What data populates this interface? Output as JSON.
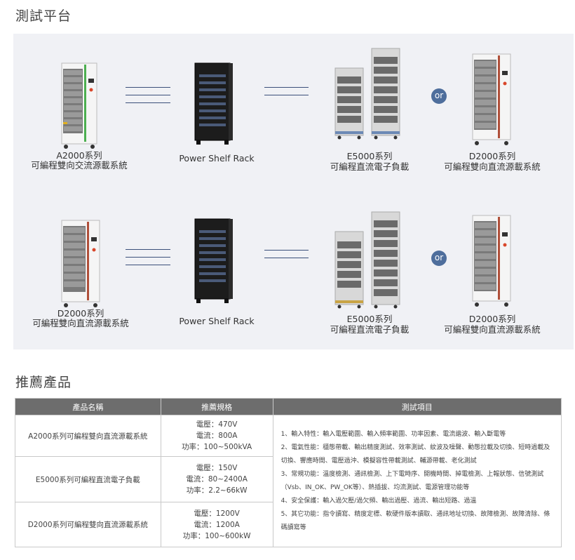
{
  "section1": {
    "title": "測試平台"
  },
  "section2": {
    "title": "推薦產品"
  },
  "row1": {
    "left": {
      "line1": "A2000系列",
      "line2": "可編程雙向交流源載系統"
    },
    "mid": {
      "line1": "Power Shelf Rack"
    },
    "right": {
      "line1": "E5000系列",
      "line2": "可編程直流電子負載"
    },
    "alt": {
      "line1": "D2000系列",
      "line2": "可編程雙向直流源載系統"
    },
    "or": "or"
  },
  "row2": {
    "left": {
      "line1": "D2000系列",
      "line2": "可編程雙向直流源載系統"
    },
    "mid": {
      "line1": "Power Shelf Rack"
    },
    "right": {
      "line1": "E5000系列",
      "line2": "可編程直流電子負載"
    },
    "alt": {
      "line1": "D2000系列",
      "line2": "可編程雙向直流源載系統"
    },
    "or": "or"
  },
  "table": {
    "headers": [
      "產品名稱",
      "推薦規格",
      "測試項目"
    ],
    "rows": [
      {
        "name": "A2000系列可編程雙向直流源載系統",
        "spec": [
          "電壓：470V",
          "電流：800A",
          "功率：100~500kVA"
        ]
      },
      {
        "name": "E5000系列可編程直流電子負載",
        "spec": [
          "電壓：150V",
          "電流：80~2400A",
          "功率：2.2~66kW"
        ]
      },
      {
        "name": "D2000系列可編程雙向直流源載系統",
        "spec": [
          "電壓：1200V",
          "電流：1200A",
          "功率：100~600kW"
        ]
      }
    ],
    "tests": [
      "1、輸入特性：輸入電壓範圍、輸入頻率範圍、功率因素、電流諧波、輸入斷電等",
      "2、電氣性能：穩態帶載、輸出精度測試、效率測試、紋波及噪聲、動態拉載及切換、短時過載及切換、響應時間、電壓過沖、模擬容性帶載測試、輔源帶載、老化測試",
      "3、常規功能：溫度檢測、通訊檢測、上下電時序、開機時間、掉電檢測、上報狀態、信號測試（Vsb、IN_OK、PW_OK等）、熱插拔、均流測試、電源管理功能等",
      "4、安全保護：輸入過欠壓/過欠頻、輸出過壓、過流、輸出短路、過溫",
      "5、其它功能：指令讀寫、精度定標、軟硬件版本讀取、通訊地址切換、故障檢測、故障清除、條碼讀寫等"
    ]
  }
}
